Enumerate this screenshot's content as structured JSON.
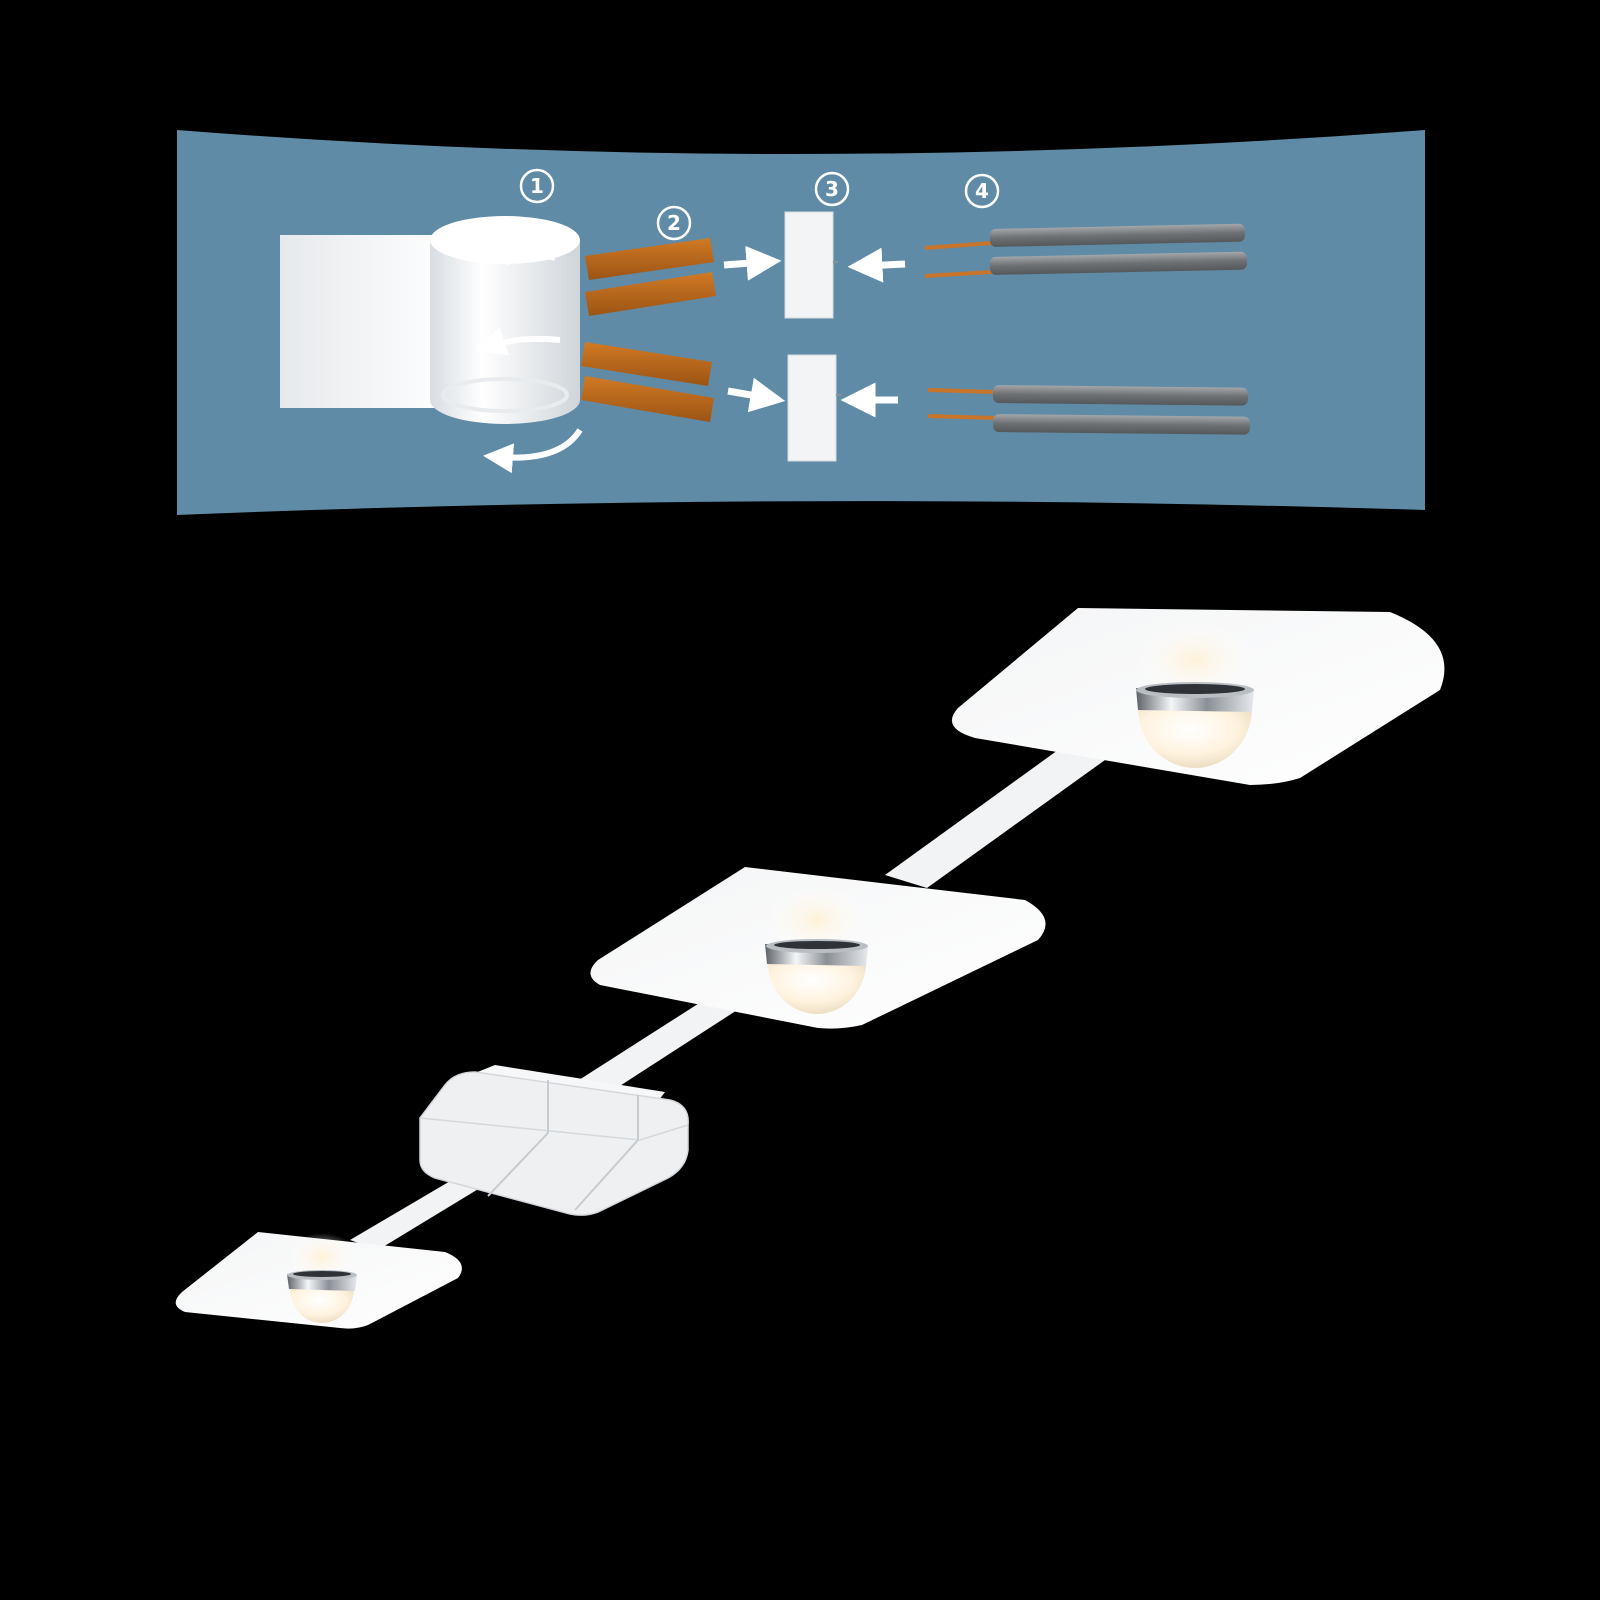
{
  "steps": [
    {
      "label": "1"
    },
    {
      "label": "2"
    },
    {
      "label": "3"
    },
    {
      "label": "4"
    }
  ],
  "colors": {
    "background": "#000000",
    "banner": "#5f8ba6",
    "copper": "#b5651d",
    "cable_gray": "#7c7f82",
    "white": "#ffffff",
    "chrome": "#9aa0a6",
    "bulb": "#fff4e2"
  },
  "icons": [
    "tape-roll-icon",
    "copper-strip-icon",
    "connector-block-icon",
    "cable-icon",
    "arrow-icon"
  ]
}
